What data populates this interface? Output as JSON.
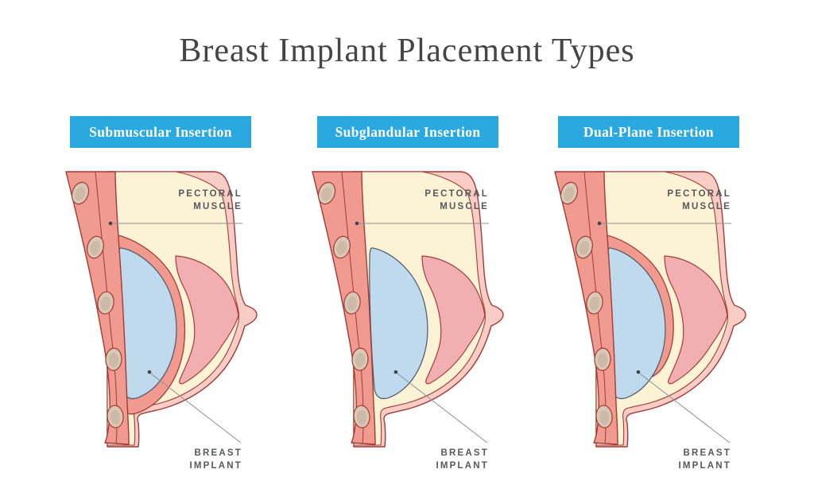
{
  "title": "Breast Implant Placement Types",
  "colors": {
    "background": "#FFFFFF",
    "blue": "#29A9E0",
    "title_text": "#454547",
    "label_text": "#57585A",
    "muscle": "#F19A90",
    "outline": "#A23B36",
    "rib": "#D9C8B6",
    "rib_shade": "#C3AF99",
    "skin": "#F8CDC6",
    "fat": "#FCF2D6",
    "gland": "#F2AFB2",
    "implant": "#BFDAEC",
    "implant_outline": "#4E5A6B",
    "leader": "#8F8F8F",
    "dot": "#3C4450"
  },
  "panels": [
    {
      "id": "submuscular",
      "header": "Submuscular Insertion",
      "muscle_label": {
        "line1": "PECTORAL",
        "line2": "MUSCLE"
      },
      "implant_label": {
        "line1": "BREAST",
        "line2": "IMPLANT"
      }
    },
    {
      "id": "subglandular",
      "header": "Subglandular Insertion",
      "muscle_label": {
        "line1": "PECTORAL",
        "line2": "MUSCLE"
      },
      "implant_label": {
        "line1": "BREAST",
        "line2": "IMPLANT"
      }
    },
    {
      "id": "dual-plane",
      "header": "Dual-Plane Insertion",
      "muscle_label": {
        "line1": "PECTORAL",
        "line2": "MUSCLE"
      },
      "implant_label": {
        "line1": "BREAST",
        "line2": "IMPLANT"
      }
    }
  ]
}
